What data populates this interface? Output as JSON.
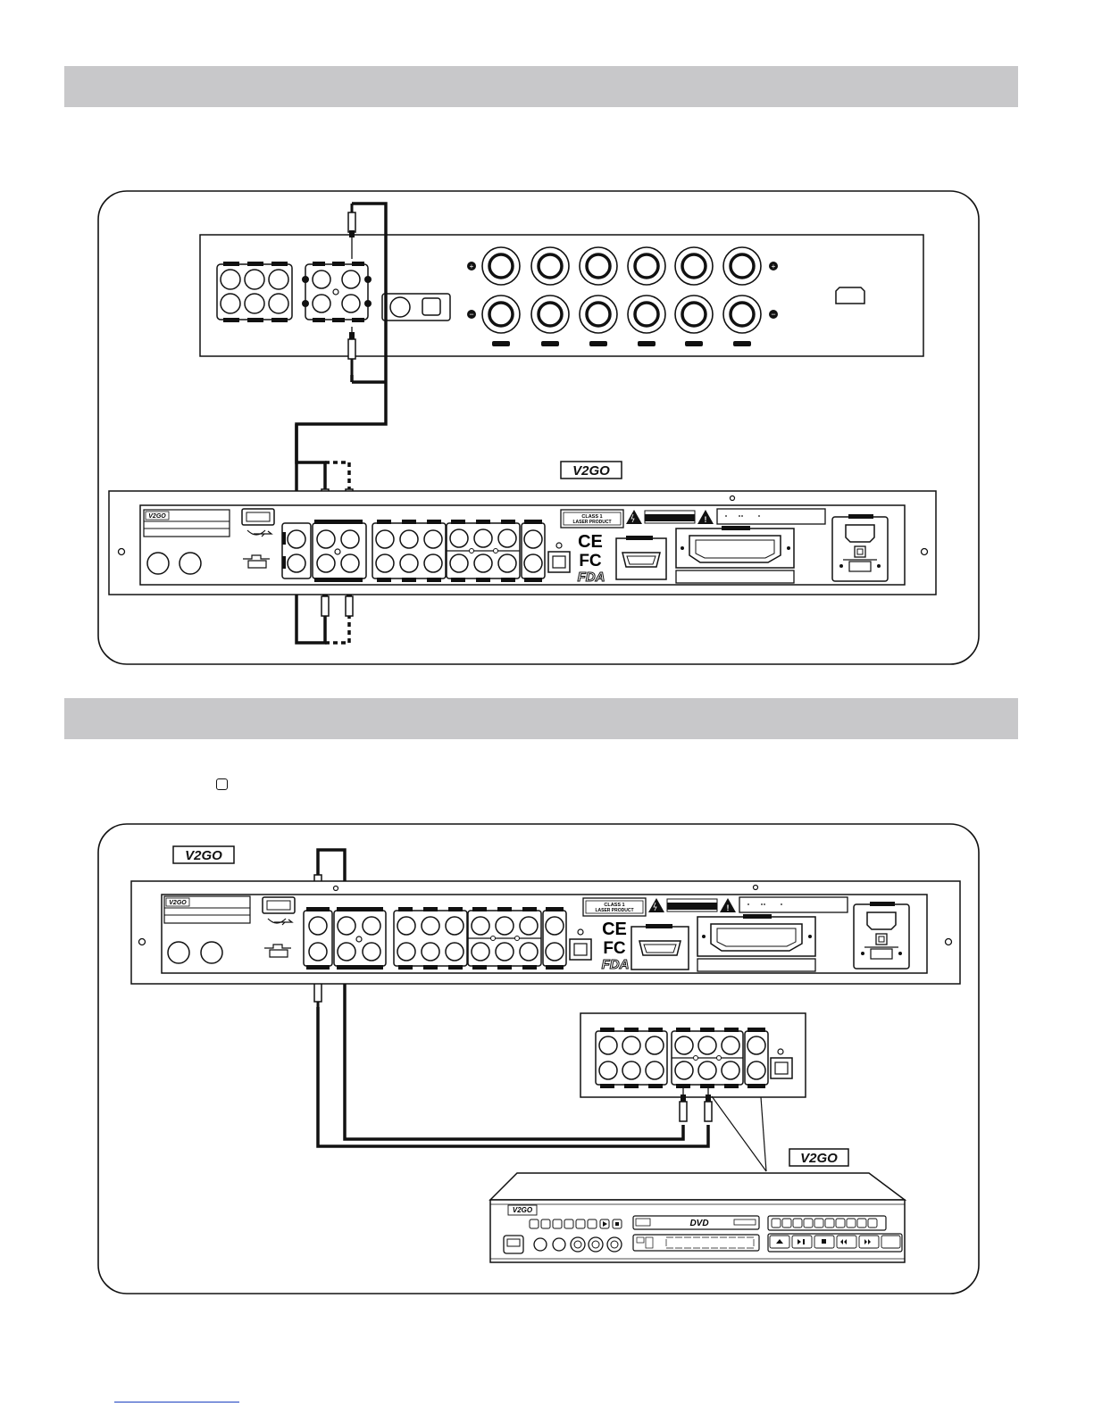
{
  "brand": {
    "logo_text": "V2GO"
  },
  "labels": {
    "class1_line1": "CLASS 1",
    "class1_line2": "LASER PRODUCT",
    "ce_mark": "CE",
    "fc_mark": "FC",
    "fda_mark": "FDA",
    "dvd_logo": "DVD"
  },
  "colors": {
    "band": "#c8c8ca",
    "ink": "#111111",
    "footer_link": "#1a3fbf"
  },
  "icons": {
    "warning": "warning-triangle-icon",
    "lightning": "lightning-icon",
    "usb": "usb-icon"
  }
}
